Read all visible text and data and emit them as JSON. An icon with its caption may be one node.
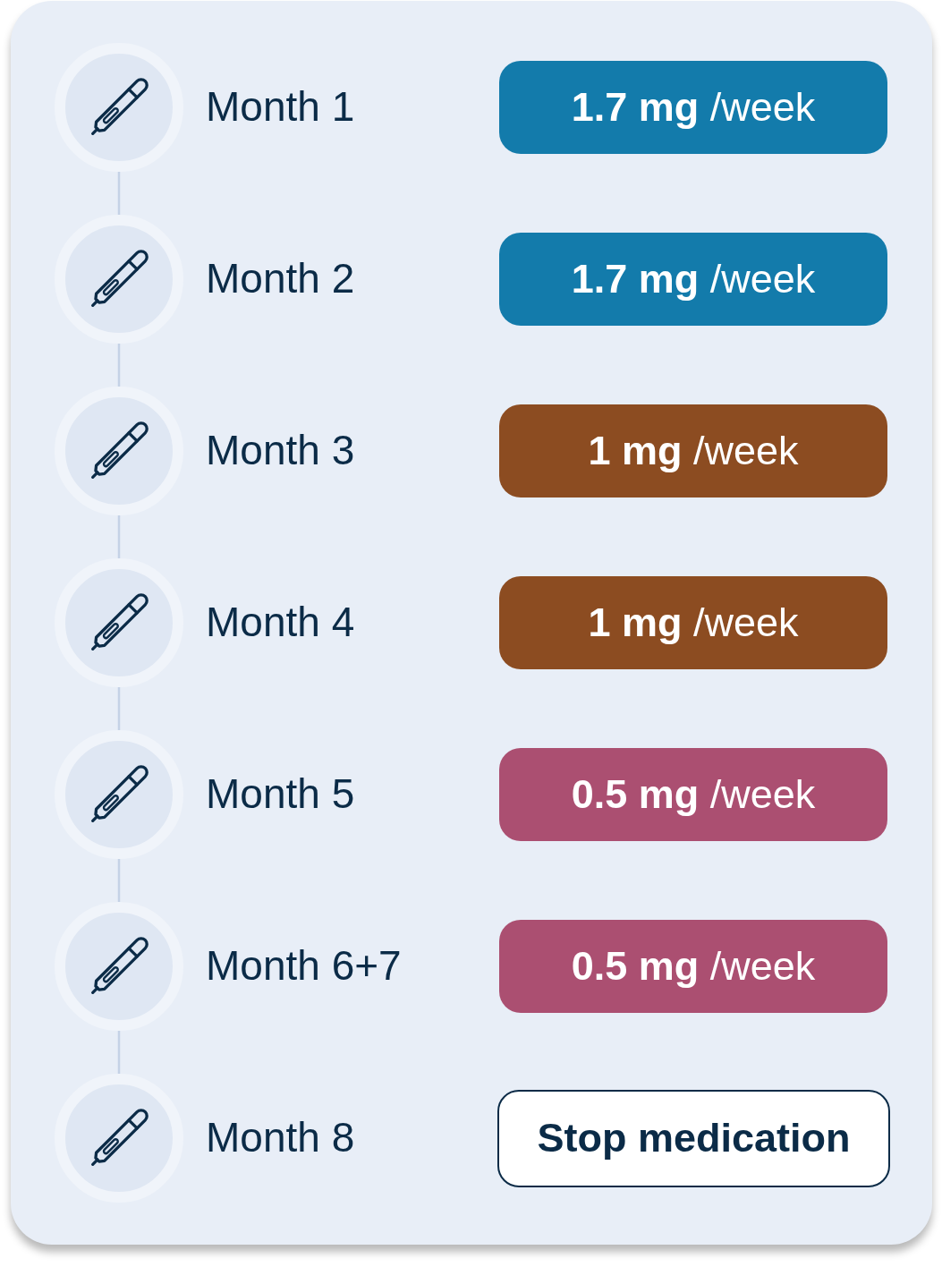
{
  "diagram": {
    "nodes": [
      {
        "text": [],
        "shape": "circle",
        "beside": [
          "Month 1"
        ]
      },
      {
        "text": [
          "**1.7 mg** /week"
        ]
      },
      {
        "text": [],
        "shape": "circle",
        "beside": [
          "Month 2"
        ]
      },
      {
        "text": [
          "**1.7 mg** /week"
        ]
      },
      {
        "text": [],
        "shape": "circle",
        "beside": [
          "Month 3"
        ]
      },
      {
        "text": [
          "**1 mg** /week"
        ]
      },
      {
        "text": [],
        "shape": "circle",
        "beside": [
          "Month 4"
        ]
      },
      {
        "text": [
          "**1 mg** /week"
        ]
      },
      {
        "text": [],
        "shape": "circle",
        "beside": [
          "Month 5"
        ]
      },
      {
        "text": [
          "**0.5 mg** /week"
        ]
      },
      {
        "text": [],
        "shape": "circle",
        "beside": [
          "Month 6+7"
        ]
      },
      {
        "text": [
          "**0.5 mg** /week"
        ]
      },
      {
        "text": [],
        "shape": "circle",
        "beside": [
          "Month 8"
        ]
      },
      {
        "text": [
          "Stop medication"
        ]
      }
    ],
    "edges": [
      {
        "from": 0,
        "to": 2,
        "arrow": "none"
      },
      {
        "from": 2,
        "to": 4,
        "arrow": "none"
      },
      {
        "from": 4,
        "to": 6,
        "arrow": "none"
      },
      {
        "from": 6,
        "to": 8,
        "arrow": "none"
      },
      {
        "from": 8,
        "to": 10,
        "arrow": "none"
      },
      {
        "from": 10,
        "to": 12,
        "arrow": "none"
      }
    ]
  }
}
